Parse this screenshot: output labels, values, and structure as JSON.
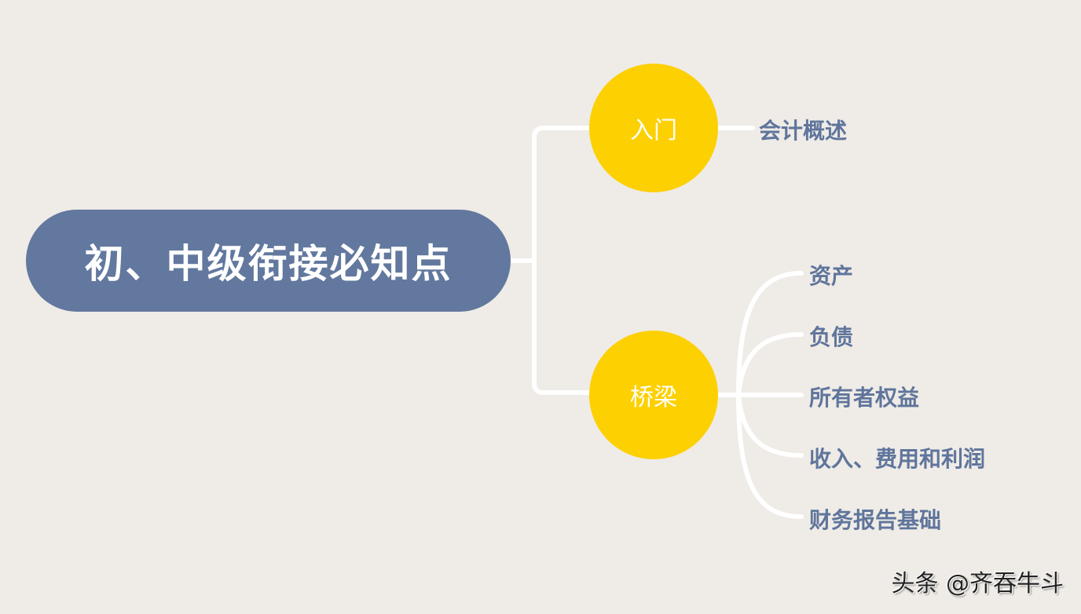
{
  "root": {
    "label": "初、中级衔接必知点"
  },
  "branches": [
    {
      "label": "入门",
      "children": [
        "会计概述"
      ]
    },
    {
      "label": "桥梁",
      "children": [
        "资产",
        "负债",
        "所有者权益",
        "收入、费用和利润",
        "财务报告基础"
      ]
    }
  ],
  "watermark": "头条 @齐吞牛斗",
  "colors": {
    "background": "#efebe6",
    "root": "#62789e",
    "branch": "#fdd002",
    "leaf_text": "#5f759c",
    "connector": "#ffffff"
  }
}
